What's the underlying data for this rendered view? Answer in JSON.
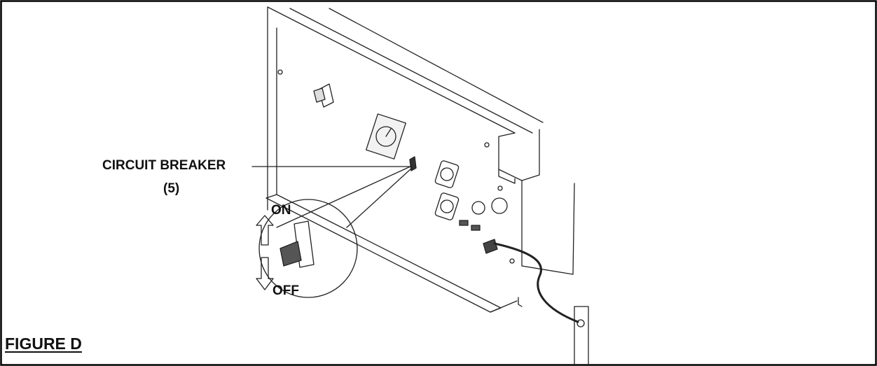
{
  "figure": {
    "title": "FIGURE D"
  },
  "callouts": {
    "circuit_breaker": "CIRCUIT BREAKER",
    "circuit_breaker_ref": "(5)",
    "switch_on": "ON",
    "switch_off": "OFF"
  },
  "colors": {
    "line": "#222222",
    "background": "#ffffff",
    "frame": "#000000"
  }
}
